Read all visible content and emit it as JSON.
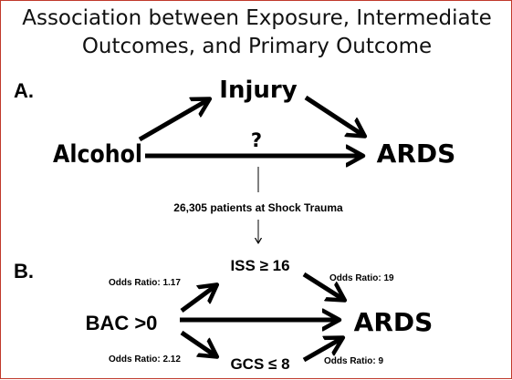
{
  "title": {
    "line1": "Association between Exposure, Intermediate",
    "line2": "Outcomes, and Primary Outcome"
  },
  "panel_a": {
    "label": "A.",
    "exposure": "Alcohol",
    "intermediate": "Injury",
    "outcome": "ARDS",
    "unknown_marker": "?"
  },
  "connector": {
    "text": "26,305 patients at Shock Trauma"
  },
  "panel_b": {
    "label": "B.",
    "exposure": "BAC >0",
    "intermediate_top": "ISS ≥ 16",
    "intermediate_bottom": "GCS ≤ 8",
    "outcome": "ARDS",
    "or_bac_iss": "Odds Ratio: 1.17",
    "or_iss_ards": "Odds Ratio: 19",
    "or_bac_gcs": "Odds Ratio: 2.12",
    "or_gcs_ards": "Odds Ratio: 9"
  },
  "colors": {
    "border": "#c0392b",
    "ink": "#000000"
  }
}
